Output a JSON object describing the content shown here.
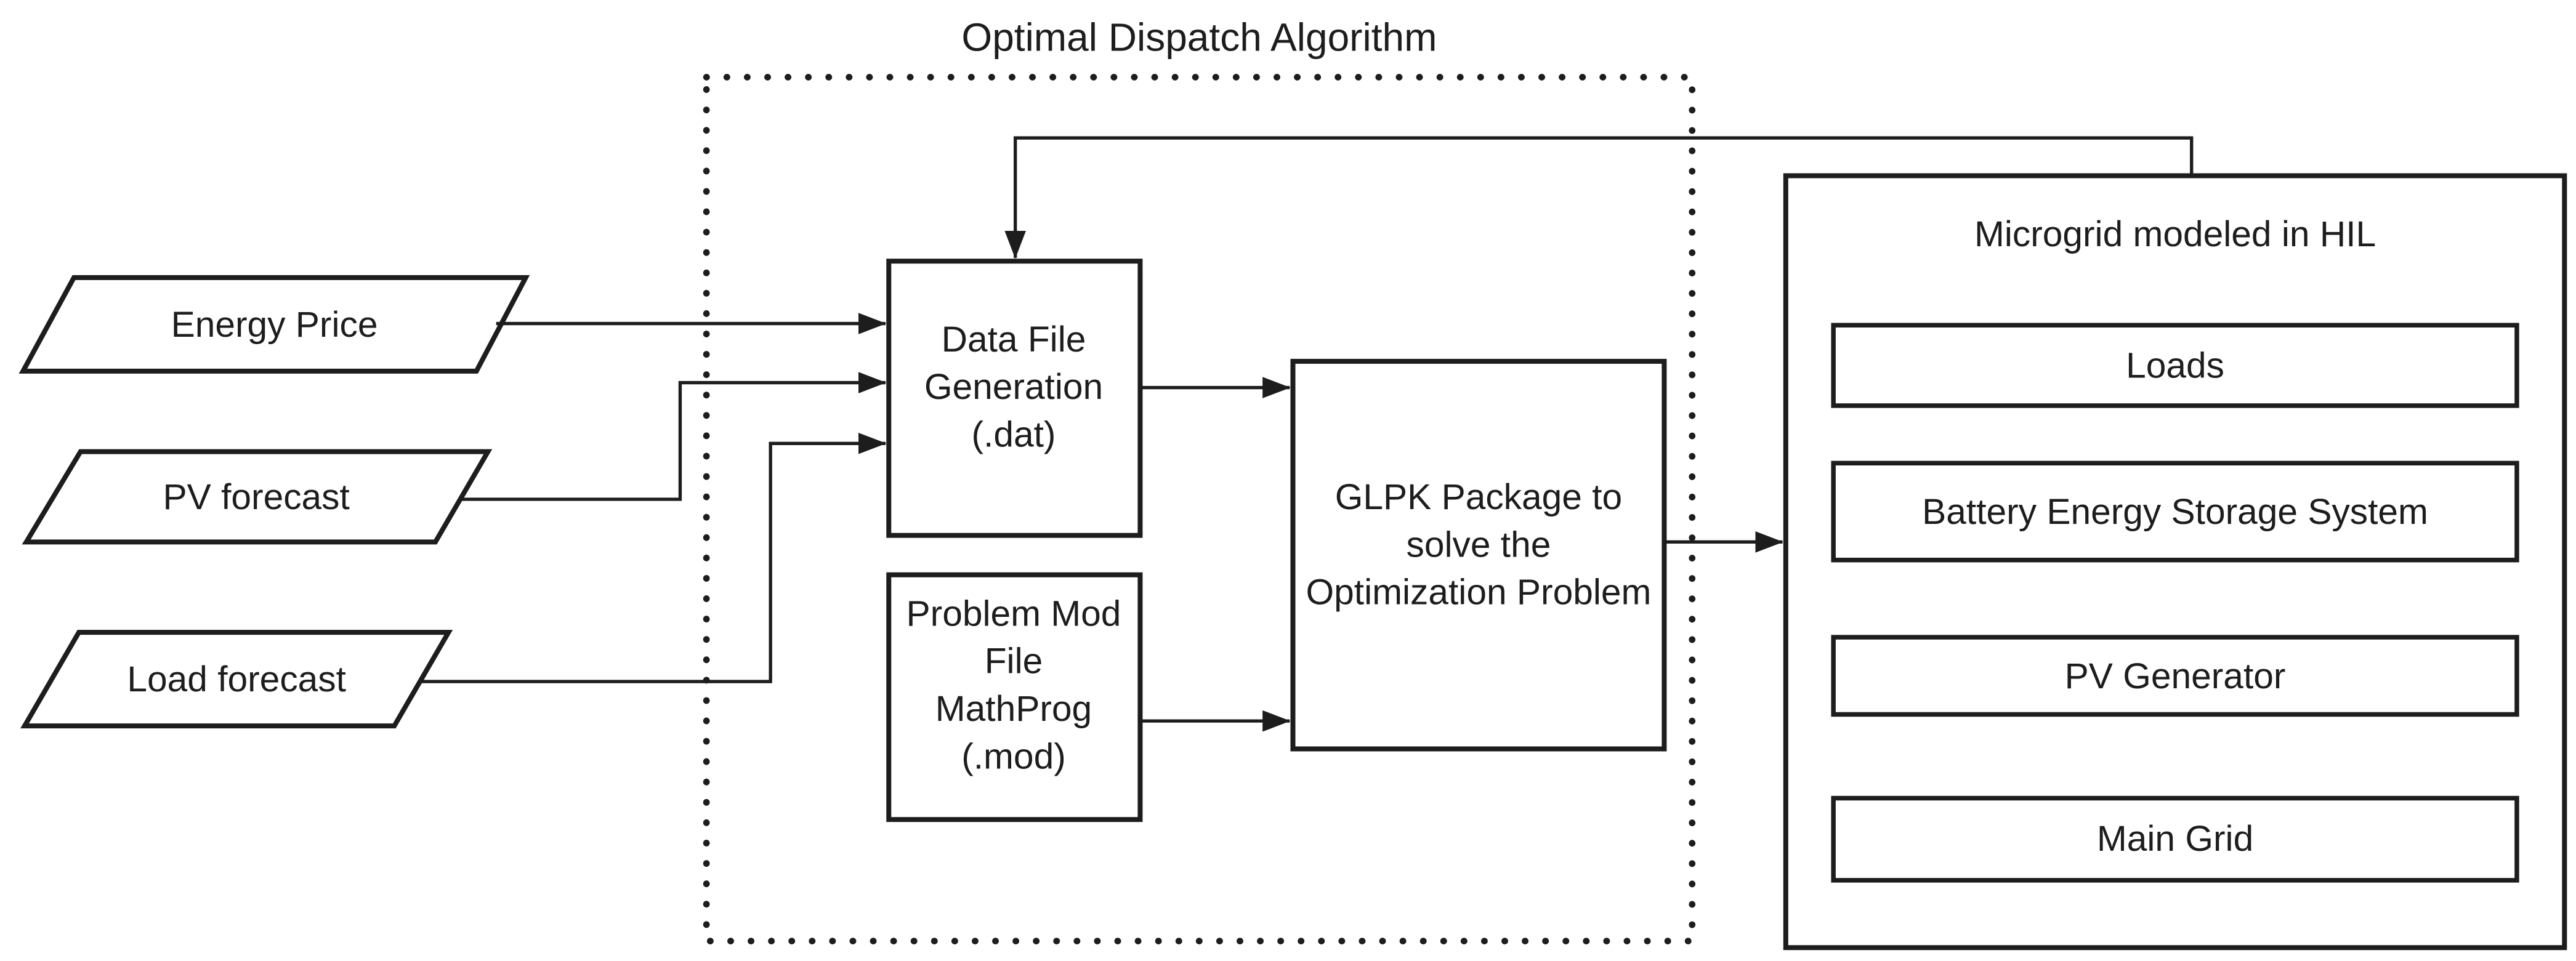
{
  "title": "Optimal Dispatch Algorithm",
  "inputs": [
    {
      "label": "Energy Price"
    },
    {
      "label": "PV forecast"
    },
    {
      "label": "Load forecast"
    }
  ],
  "algorithm": {
    "data_file": {
      "lines": [
        "Data File",
        "Generation",
        "(.dat)"
      ]
    },
    "problem_mod": {
      "lines": [
        "Problem Mod",
        "File",
        "MathProg",
        "(.mod)"
      ]
    },
    "glpk": {
      "lines": [
        "GLPK Package to",
        "solve the",
        "Optimization Problem"
      ]
    }
  },
  "microgrid": {
    "title": "Microgrid modeled in HIL",
    "components": [
      {
        "label": "Loads"
      },
      {
        "label": "Battery Energy Storage System"
      },
      {
        "label": "PV Generator"
      },
      {
        "label": "Main Grid"
      }
    ]
  },
  "colors": {
    "ink": "#1d1d1d",
    "background": "#ffffff"
  }
}
